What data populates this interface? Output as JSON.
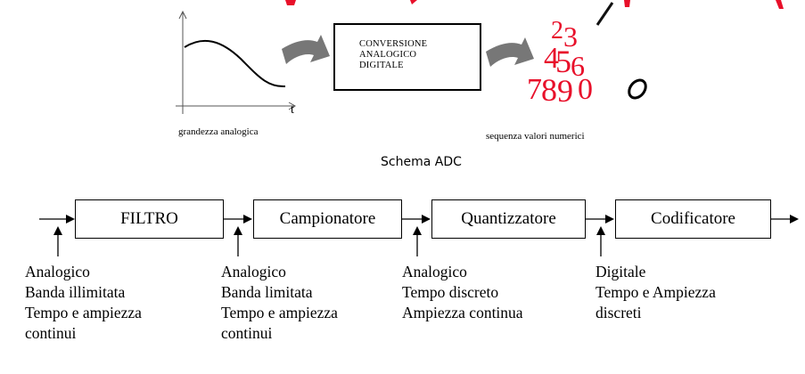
{
  "top": {
    "graph_axis_label": "t",
    "graph_caption": "grandezza analogica",
    "converter_lines": [
      "CONVERSIONE",
      "ANALOGICO",
      "DIGITALE"
    ],
    "digits_art": "234567890",
    "sequence_caption": "sequenza valori numerici",
    "colors": {
      "digits": "#e8102a",
      "arrow_fill": "#777777",
      "title_partial": "#e8102a"
    }
  },
  "schema_title": "Schema ADC",
  "stages": [
    {
      "label": "FILTRO",
      "desc": [
        "Analogico",
        "Banda illimitata",
        "Tempo e ampiezza",
        "continui"
      ]
    },
    {
      "label": "Campionatore",
      "desc": [
        "Analogico",
        "Banda limitata",
        "Tempo e ampiezza",
        "continui"
      ]
    },
    {
      "label": "Quantizzatore",
      "desc": [
        "Analogico",
        "Tempo discreto",
        "Ampiezza continua"
      ]
    },
    {
      "label": "Codificatore",
      "desc": [
        "Digitale",
        "Tempo e Ampiezza",
        "discreti"
      ]
    }
  ]
}
